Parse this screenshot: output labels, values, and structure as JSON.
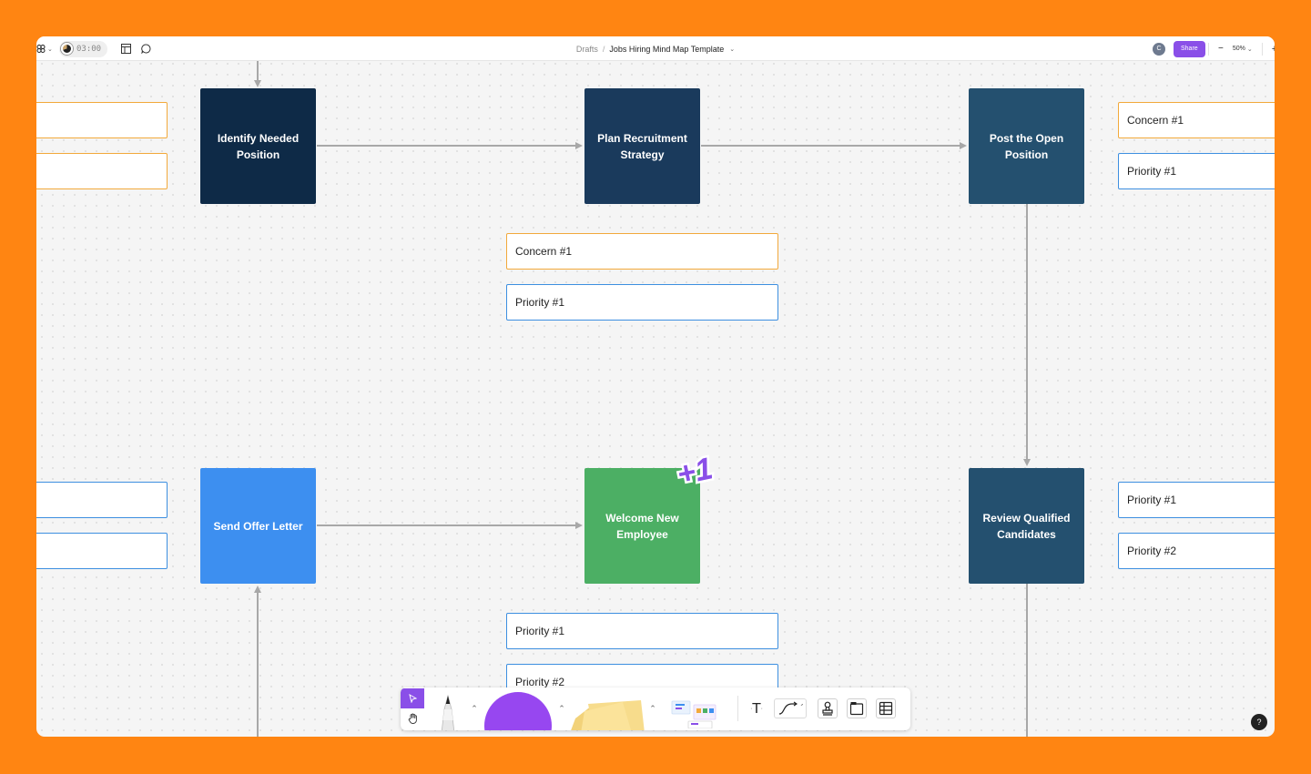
{
  "topbar": {
    "timer": "03:00",
    "breadcrumb_parent": "Drafts",
    "breadcrumb_separator": "/",
    "file_title": "Jobs Hiring Mind Map Template",
    "avatar_initial": "C",
    "share_label": "Share",
    "zoom": "50%",
    "zoom_out": "−",
    "zoom_in": "+"
  },
  "nodes": {
    "identify": "Identify Needed Position",
    "plan": "Plan Recruitment Strategy",
    "post": "Post the Open Position",
    "send_offer": "Send Offer Letter",
    "welcome": "Welcome New Employee",
    "review": "Review Qualified Candidates"
  },
  "notes": {
    "post_concern": "Concern #1",
    "post_priority": "Priority #1",
    "plan_concern": "Concern #1",
    "plan_priority": "Priority #1",
    "review_priority_1": "Priority #1",
    "review_priority_2": "Priority #2",
    "welcome_priority_1": "Priority #1",
    "welcome_priority_2": "Priority #2"
  },
  "sticker": {
    "text": "+1",
    "color": "#8A4FE8"
  },
  "colors": {
    "background": "#FF8512",
    "node_dark": "#0E2A47",
    "node_navy": "#1A3A5C",
    "node_slate": "#24506F",
    "node_blue": "#3D8FF0",
    "node_green": "#4CAF64",
    "concern_border": "#F2A93B",
    "priority_border": "#3D8FE0",
    "accent": "#8A4FE8"
  },
  "toolbar": {
    "text_tool": "T",
    "help": "?"
  },
  "icons": {
    "menu": "figma-menu-icon",
    "layout": "layout-icon",
    "comment": "comment-icon",
    "select": "cursor-icon",
    "hand": "hand-icon",
    "pen": "marker-icon",
    "sticky": "sticky-note-icon",
    "connector": "connector-icon",
    "stamp": "stamp-icon",
    "section": "section-icon",
    "table": "table-icon"
  }
}
